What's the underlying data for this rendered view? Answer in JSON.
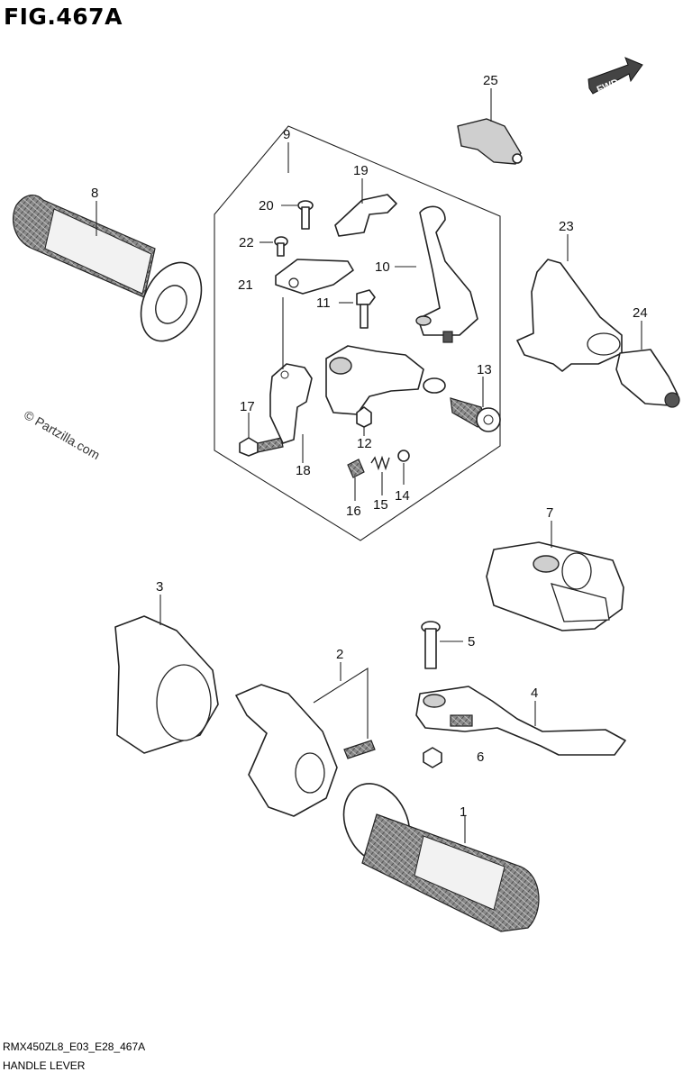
{
  "title": "FIG.467A",
  "footer": {
    "code": "RMX450ZL8_E03_E28_467A",
    "name": "HANDLE LEVER"
  },
  "watermark": "© Partzilla.com",
  "fwd_badge": "FWD",
  "callouts": {
    "c1": "1",
    "c2": "2",
    "c3": "3",
    "c4": "4",
    "c5": "5",
    "c6": "6",
    "c7": "7",
    "c8": "8",
    "c9": "9",
    "c10": "10",
    "c11": "11",
    "c12": "12",
    "c13": "13",
    "c14": "14",
    "c15": "15",
    "c16": "16",
    "c17": "17",
    "c18": "18",
    "c19": "19",
    "c20": "20",
    "c21": "21",
    "c22": "22",
    "c23": "23",
    "c24": "24",
    "c25": "25"
  }
}
